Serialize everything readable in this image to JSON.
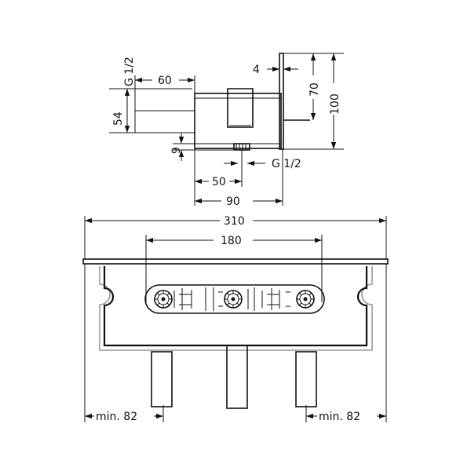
{
  "drawing": {
    "side_view": {
      "labels": {
        "thread_top": "G 1/2",
        "width_60": "60",
        "height_54": "54",
        "small_9": "9",
        "plate_4": "4",
        "depth_70": "70",
        "depth_100": "100",
        "thread_bottom": "G 1/2",
        "dist_50": "50",
        "dist_90": "90"
      }
    },
    "front_view": {
      "labels": {
        "width_310": "310",
        "spacing_180": "180",
        "min_left": "min. 82",
        "min_right": "min. 82"
      }
    }
  }
}
